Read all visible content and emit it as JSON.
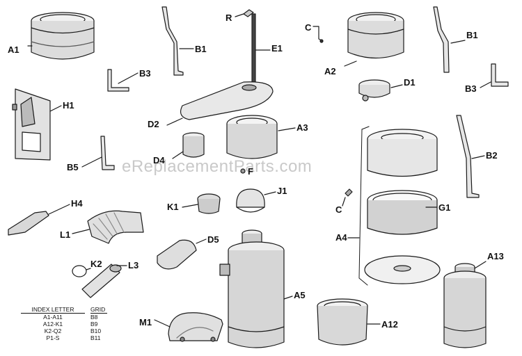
{
  "watermark": "eReplacementParts.com",
  "labels": {
    "A1": "A1",
    "B1a": "B1",
    "B3a": "B3",
    "R": "R",
    "E1": "E1",
    "C_top": "C",
    "A2": "A2",
    "B1b": "B1",
    "D1": "D1",
    "B3b": "B3",
    "H1": "H1",
    "D2": "D2",
    "A3": "A3",
    "D4": "D4",
    "B5": "B5",
    "F": "F",
    "B2": "B2",
    "H4": "H4",
    "K1": "K1",
    "J1": "J1",
    "C_mid": "C",
    "G1": "G1",
    "L1": "L1",
    "A4": "A4",
    "D5": "D5",
    "K2": "K2",
    "L3": "L3",
    "A13": "A13",
    "A5": "A5",
    "A12": "A12",
    "M1": "M1"
  },
  "legend": {
    "header": [
      "INDEX LETTER",
      "GRID"
    ],
    "rows": [
      [
        "A1-A11",
        "B8"
      ],
      [
        "A12-K1",
        "B9"
      ],
      [
        "K2-Q2",
        "B10"
      ],
      [
        "P1-S",
        "B11"
      ]
    ]
  }
}
